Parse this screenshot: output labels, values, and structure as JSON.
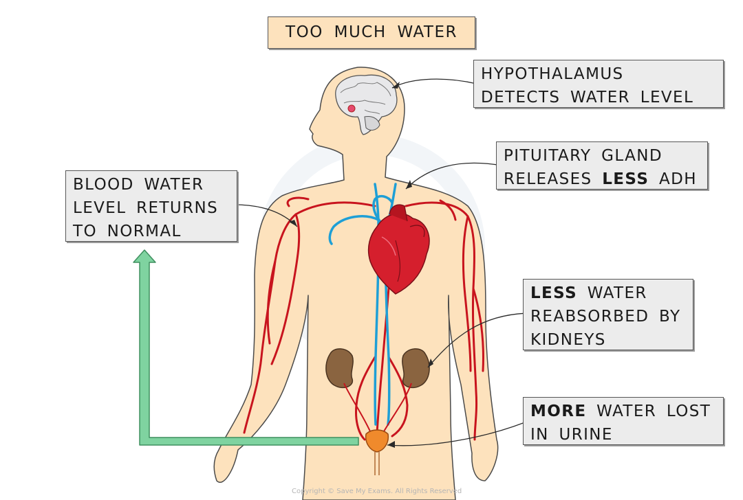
{
  "title": "TOO MUCH WATER",
  "labels": {
    "hypothalamus": {
      "line1": "HYPOTHALAMUS",
      "line2": "DETECTS WATER LEVEL"
    },
    "pituitary": {
      "line1": "PITUITARY GLAND",
      "line2_pre": "RELEASES ",
      "line2_bold": "LESS",
      "line2_post": " ADH"
    },
    "blood": {
      "line1": "BLOOD WATER",
      "line2": "LEVEL RETURNS",
      "line3": "TO NORMAL"
    },
    "kidneys": {
      "line1_bold": "LESS",
      "line1_post": " WATER",
      "line2": "REABSORBED BY",
      "line3": "KIDNEYS"
    },
    "urine": {
      "line1_bold": "MORE",
      "line1_post": " WATER LOST",
      "line2": "IN URINE"
    }
  },
  "copyright": "Copyright © Save My Exams. All Rights Reserved",
  "colors": {
    "skin": "#fde2bd",
    "artery": "#c8141e",
    "vein": "#1e9fd6",
    "kidney": "#7a5a3a",
    "bladder": "#f08a2c",
    "feedback_arrow": "#7fd3a0",
    "label_box": "#ececec",
    "title_box": "#fde2bd"
  },
  "icons": [
    "brain-icon",
    "heart-icon",
    "kidney-icon",
    "bladder-icon",
    "feedback-arrow-icon"
  ]
}
